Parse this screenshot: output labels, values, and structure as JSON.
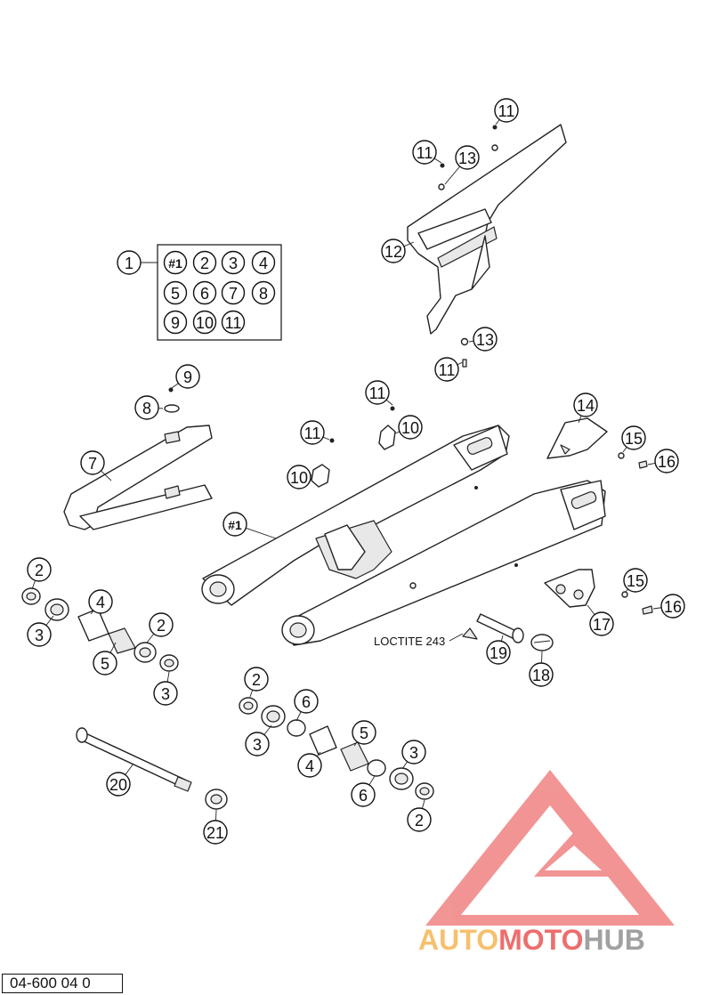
{
  "diagram": {
    "kit_contents": [
      "#1",
      "2",
      "3",
      "4",
      "5",
      "6",
      "7",
      "8",
      "9",
      "10",
      "11"
    ],
    "callouts": [
      {
        "text": "1"
      },
      {
        "text": "2"
      },
      {
        "text": "3"
      },
      {
        "text": "4"
      },
      {
        "text": "5"
      },
      {
        "text": "2"
      },
      {
        "text": "3"
      },
      {
        "text": "7"
      },
      {
        "text": "8"
      },
      {
        "text": "9"
      },
      {
        "text": "#1"
      },
      {
        "text": "10"
      },
      {
        "text": "11"
      },
      {
        "text": "10"
      },
      {
        "text": "11"
      },
      {
        "text": "11"
      },
      {
        "text": "11"
      },
      {
        "text": "13"
      },
      {
        "text": "12"
      },
      {
        "text": "13"
      },
      {
        "text": "11"
      },
      {
        "text": "14"
      },
      {
        "text": "15"
      },
      {
        "text": "16"
      },
      {
        "text": "15"
      },
      {
        "text": "16"
      },
      {
        "text": "17"
      },
      {
        "text": "19"
      },
      {
        "text": "18"
      },
      {
        "text": "2"
      },
      {
        "text": "6"
      },
      {
        "text": "3"
      },
      {
        "text": "4"
      },
      {
        "text": "5"
      },
      {
        "text": "6"
      },
      {
        "text": "3"
      },
      {
        "text": "2"
      },
      {
        "text": "20"
      },
      {
        "text": "21"
      }
    ],
    "loctite_label": "LOCTITE 243",
    "drawing_number": "04-600 04 0"
  },
  "watermark": {
    "text_part1": "AUTO",
    "text_part2": "MOTO",
    "text_part3": "HUB",
    "color_orange": "#f5b14a",
    "color_red": "#e83e3e",
    "color_gray": "#8a8a8a"
  }
}
